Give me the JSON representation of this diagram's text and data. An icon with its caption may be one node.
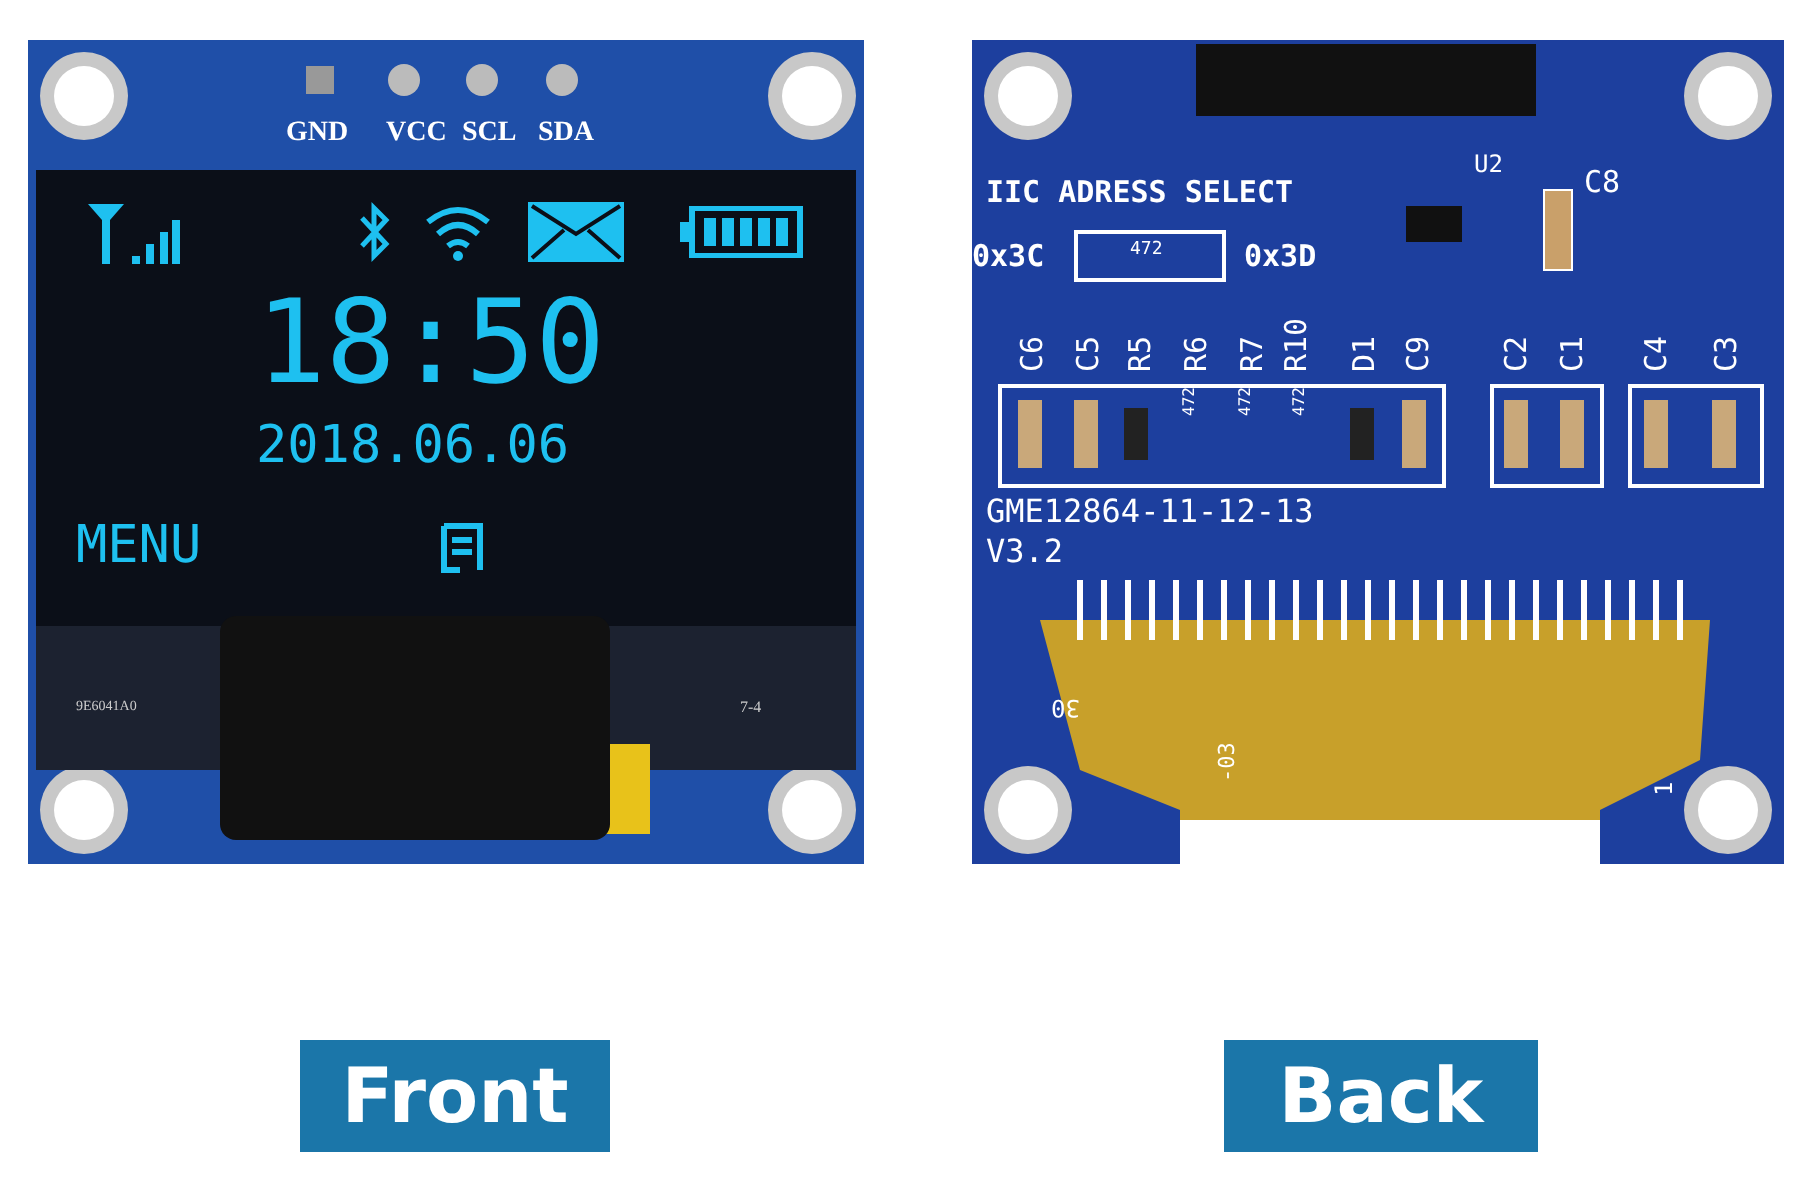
{
  "diagram": {
    "nodes": [
      {
        "text": [
          "Front"
        ]
      },
      {
        "text": [
          "Back"
        ]
      }
    ],
    "labels": [
      "GND",
      "VCC",
      "SCL",
      "SDA",
      "18:50",
      "2018.06.06",
      "MENU",
      "9E6041A0",
      "7-4",
      "U2",
      "C8",
      "IIC ADRESS SELECT",
      "0x3C",
      "472",
      "0x3D",
      "C6",
      "C5",
      "R5",
      "R6",
      "R7",
      "R10",
      "D1",
      "C9",
      "C2",
      "C1",
      "C4",
      "C3",
      "472",
      "472",
      "472",
      "GME12864-11-12-13",
      "V3.2",
      "30",
      "1",
      "-03"
    ]
  }
}
